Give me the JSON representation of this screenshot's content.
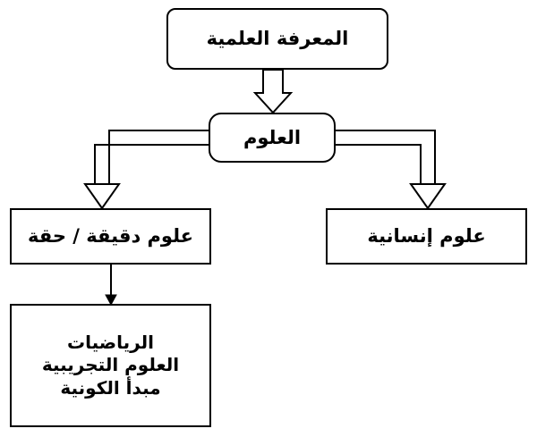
{
  "diagram": {
    "title_node": {
      "label": "المعرفة العلمية"
    },
    "nodes": [
      {
        "id": "sciences",
        "label": "العلوم"
      },
      {
        "id": "exact",
        "label": "علوم دقيقة / حقة"
      },
      {
        "id": "human",
        "label": "علوم إنسانية"
      },
      {
        "id": "list",
        "label": "الرياضيات\nالعلوم التجريبية\nمبدأ الكونية"
      }
    ],
    "colors": {
      "background": "#ffffff",
      "stroke": "#000000",
      "text": "#000000"
    }
  }
}
